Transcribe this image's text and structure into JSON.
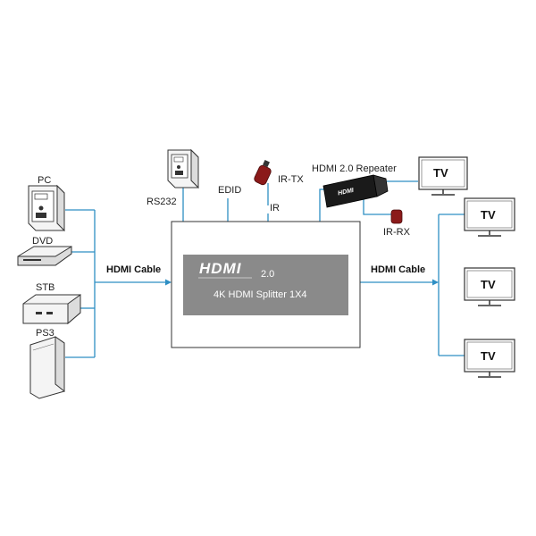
{
  "sources": {
    "pc": "PC",
    "dvd": "DVD",
    "stb": "STB",
    "ps3": "PS3"
  },
  "cables": {
    "input_label": "HDMI Cable",
    "output_label": "HDMI Cable"
  },
  "top_ports": {
    "rs232": "RS232",
    "edid": "EDID",
    "ir": "IR",
    "ir_tx": "IR-TX",
    "ir_rx": "IR-RX"
  },
  "repeater": {
    "label": "HDMI 2.0 Repeater",
    "logo": "HDMI"
  },
  "splitter": {
    "logo": "HDMI",
    "version": "2.0",
    "name": "4K HDMI Splitter 1X4"
  },
  "displays": [
    "TV",
    "TV",
    "TV",
    "TV",
    "TV"
  ],
  "colors": {
    "cable": "#2e8fc4",
    "panel": "#8a8a8a",
    "ir_device": "#8b1a1a",
    "repeater": "#1a1a1a"
  }
}
